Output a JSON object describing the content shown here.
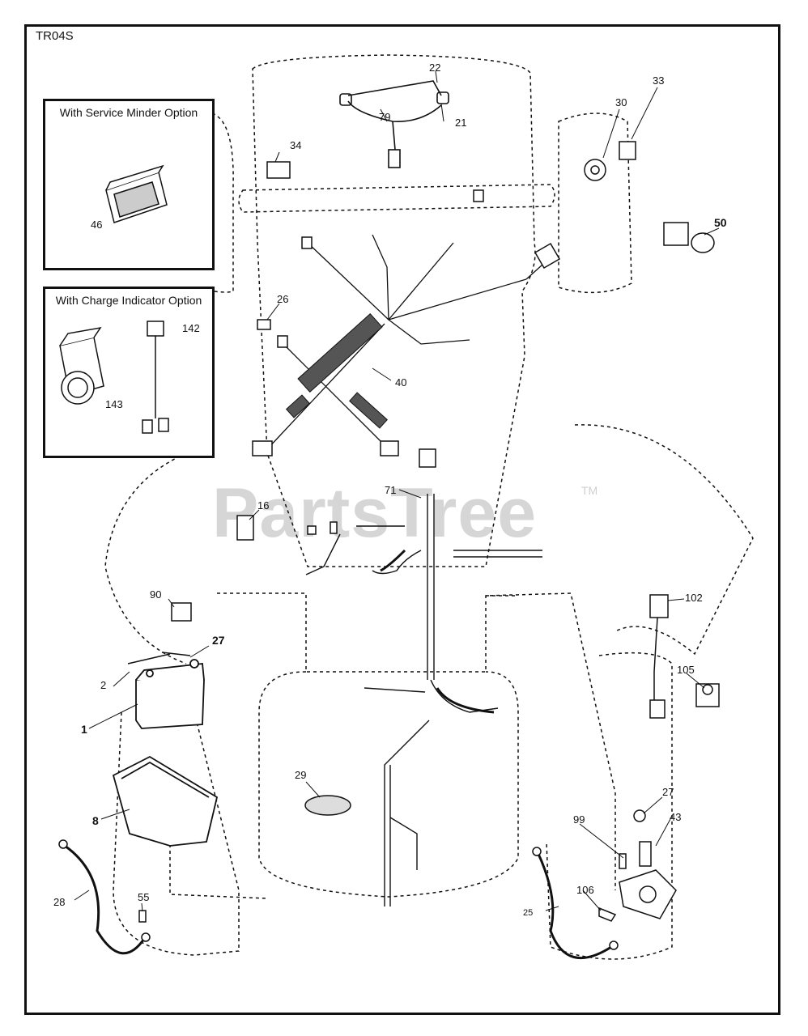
{
  "sheet_code": "TR04S",
  "watermark": "PartsTree",
  "trademark": "TM",
  "options": {
    "service_minder": "With Service Minder Option",
    "charge_indicator": "With Charge Indicator Option"
  },
  "callouts": {
    "c22": "22",
    "c79": "79",
    "c21": "21",
    "c30": "30",
    "c33": "33",
    "c34": "34",
    "c50": "50",
    "c46": "46",
    "c26": "26",
    "c142": "142",
    "c143": "143",
    "c40": "40",
    "c71": "71",
    "c16": "16",
    "c90": "90",
    "c27a": "27",
    "c2": "2",
    "c1": "1",
    "c102": "102",
    "c105": "105",
    "c29": "29",
    "c8": "8",
    "c27b": "27",
    "c43": "43",
    "c99": "99",
    "c28": "28",
    "c55": "55",
    "c106": "106",
    "c25": "25"
  },
  "colors": {
    "ink": "#111111",
    "watermark": "#cfcfcf"
  }
}
